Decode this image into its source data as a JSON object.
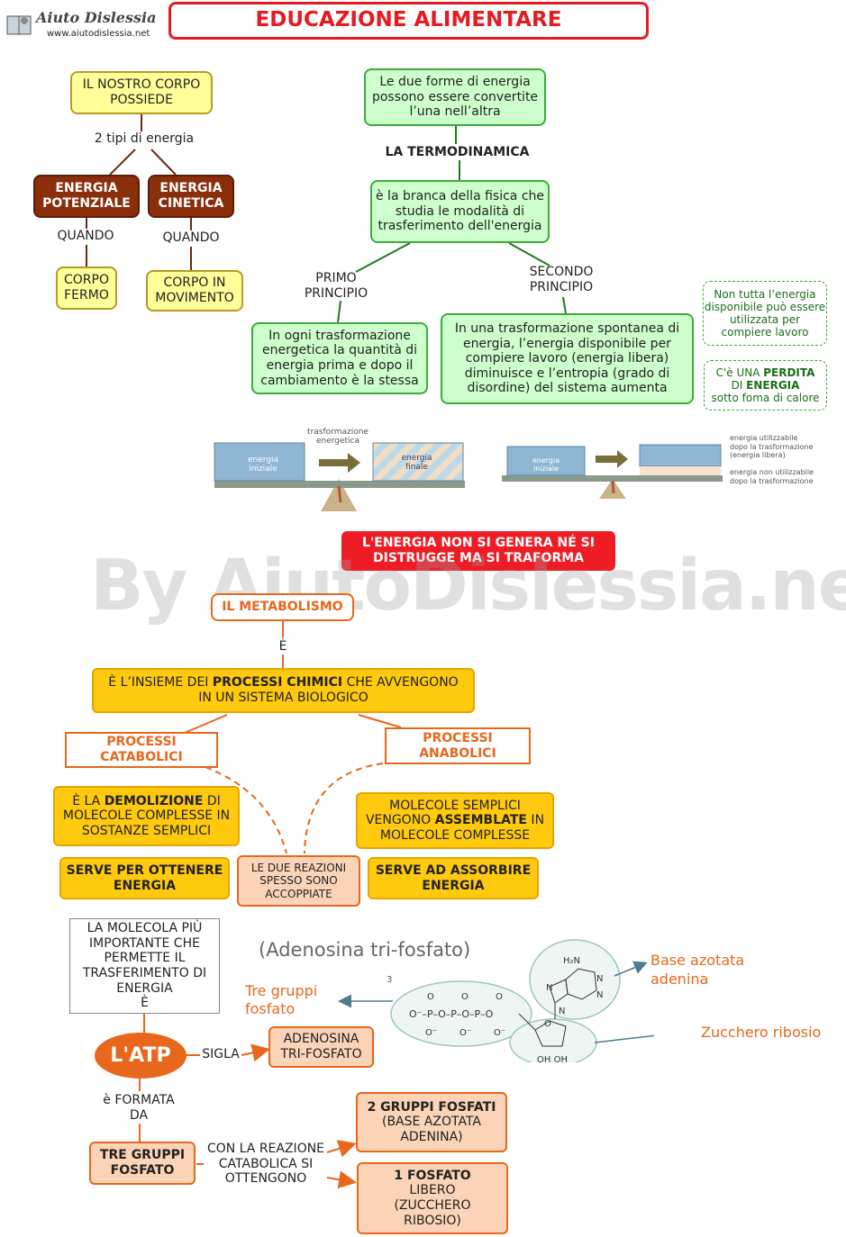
{
  "header": {
    "logo_text": "Aiuto Dislessia",
    "logo_url": "www.aiutodislessia.net",
    "title": "EDUCAZIONE ALIMENTARE"
  },
  "watermark": "By AiutoDislessia.net",
  "energy": {
    "root": "IL NOSTRO CORPO POSSIEDE",
    "link": "2 tipi di energia",
    "potential": "ENERGIA POTENZIALE",
    "kinetic": "ENERGIA CINETICA",
    "when_left": "QUANDO",
    "when_right": "QUANDO",
    "still_body": "CORPO FERMO",
    "moving_body": "CORPO IN MOVIMENTO"
  },
  "thermo": {
    "convertible": "Le due forme di energia possono essere convertite l’una nell’altra",
    "title": "LA TERMODINAMICA",
    "definition": "è la branca della fisica che studia le modalità di trasferimento dell'energia",
    "first_label": "PRIMO PRINCIPIO",
    "second_label": "SECONDO PRINCIPIO",
    "first_text": "In ogni trasformazione energetica la quantità di energia prima e dopo il cambiamento è la stessa",
    "second_text": "In una trasformazione spontanea di energia, l’energia disponibile per compiere lavoro (energia libera) diminuisce e l’entropia (grado di disordine) del sistema aumenta",
    "note1": "Non tutta l’energia disponibile può essere utilizzata per compiere lavoro",
    "note2_pre": "C'è UNA ",
    "note2_bold1": "PERDITA",
    "note2_mid": " DI ",
    "note2_bold2": "ENERGIA",
    "note2_post": "sotto foma di calore"
  },
  "balance": {
    "transform_label": "trasformazione energetica",
    "initial1": "energia iniziale",
    "final": "energia finale",
    "initial2": "energia iniziale",
    "usable": "energia utilizzabile dopo la trasformazione (energia libera)",
    "unusable": "energia non utilizzabile dopo la trasformazione"
  },
  "law": "L'ENERGIA NON SI GENERA NÉ SI DISTRUGGE MA SI TRAFORMA",
  "metabolism": {
    "title": "IL METABOLISMO",
    "is": "È",
    "def_pre": "È L’INSIEME DEI ",
    "def_bold": "PROCESSI CHIMICI",
    "def_post": " CHE AVVENGONO IN UN SISTEMA BIOLOGICO",
    "catabolic": "PROCESSI CATABOLICI",
    "anabolic": "PROCESSI ANABOLICI",
    "cat_pre": "È LA ",
    "cat_bold": "DEMOLIZIONE",
    "cat_post": " DI MOLECOLE COMPLESSE IN SOSTANZE SEMPLICI",
    "ana_pre": "MOLECOLE SEMPLICI VENGONO ",
    "ana_bold": "ASSEMBLATE",
    "ana_post": " IN MOLECOLE COMPLESSE",
    "cat_purpose": "SERVE PER OTTENERE ENERGIA",
    "ana_purpose": "SERVE AD ASSORBIRE ENERGIA",
    "coupled": "LE DUE REAZIONI SPESSO SONO ACCOPPIATE"
  },
  "atp": {
    "molecule": "LA MOLECOLA PIÙ IMPORTANTE CHE PERMETTE IL TRASFERIMENTO DI ENERGIA",
    "is": "È",
    "name": "L'ATP",
    "sigla": "SIGLA",
    "full": "ADENOSINA TRI-FOSFATO",
    "formed": "è FORMATA DA",
    "groups": "TRE GRUPPI FOSFATO",
    "reaction": "CON LA REAZIONE CATABOLICA SI OTTENGONO",
    "res1_bold": "2 GRUPPI FOSFATI",
    "res1_text": "(BASE AZOTATA ADENINA)",
    "res2_bold": "1 FOSFATO",
    "res2_text": "LIBERO (ZUCCHERO RIBOSIO)"
  },
  "structure": {
    "title": "(Adenosina tri-fosfato)",
    "phosphates": "Tre gruppi fosfato",
    "base": "Base azotata adenina",
    "sugar": "Zucchero ribosio",
    "number": "3",
    "oh": "OH OH",
    "nh2": "H₂N",
    "n": "N",
    "o": "O",
    "chain": "O⁻–P–O–P–O–P–O",
    "om": "O⁻"
  }
}
